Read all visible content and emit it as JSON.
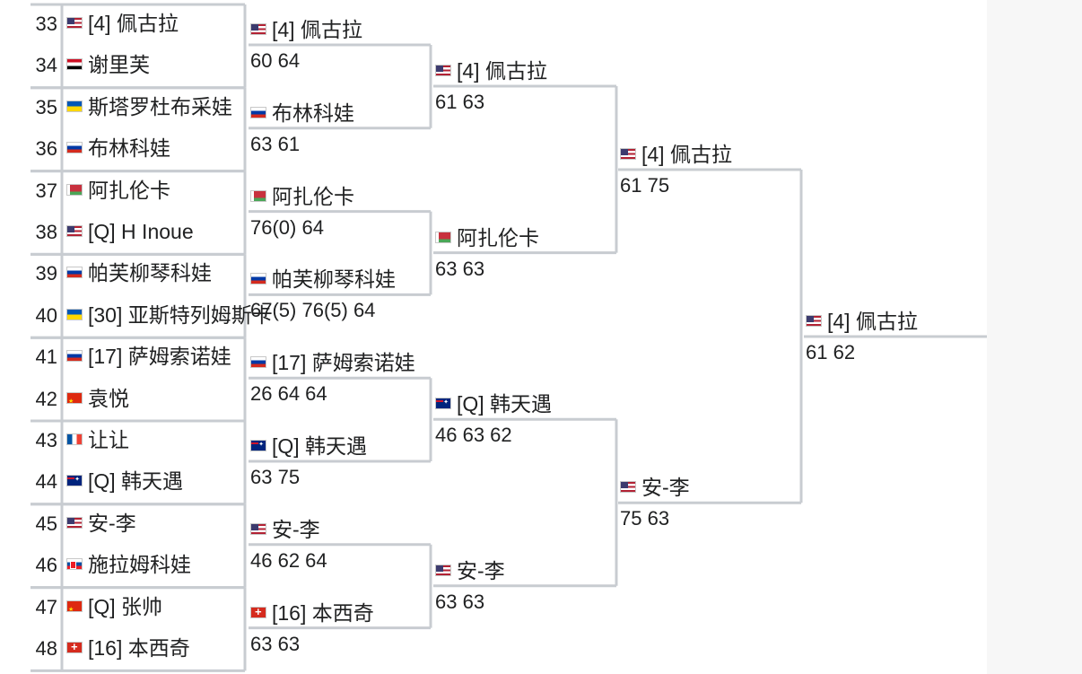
{
  "round1": [
    {
      "num": "33",
      "flag": "US",
      "name": "[4] 佩古拉"
    },
    {
      "num": "34",
      "flag": "EG",
      "name": "谢里芙"
    },
    {
      "num": "35",
      "flag": "UA",
      "name": "斯塔罗杜布采娃"
    },
    {
      "num": "36",
      "flag": "RU",
      "name": "布林科娃"
    },
    {
      "num": "37",
      "flag": "BY",
      "name": "阿扎伦卡"
    },
    {
      "num": "38",
      "flag": "US",
      "name": "[Q] H Inoue"
    },
    {
      "num": "39",
      "flag": "RU",
      "name": "帕芙柳琴科娃"
    },
    {
      "num": "40",
      "flag": "UA",
      "name": "[30] 亚斯特列姆斯卡"
    },
    {
      "num": "41",
      "flag": "RU",
      "name": "[17] 萨姆索诺娃"
    },
    {
      "num": "42",
      "flag": "CN",
      "name": "袁悦"
    },
    {
      "num": "43",
      "flag": "FR",
      "name": "让让"
    },
    {
      "num": "44",
      "flag": "AU",
      "name": "[Q] 韩天遇"
    },
    {
      "num": "45",
      "flag": "US",
      "name": "安-李"
    },
    {
      "num": "46",
      "flag": "SK",
      "name": "施拉姆科娃"
    },
    {
      "num": "47",
      "flag": "CN",
      "name": "[Q] 张帅"
    },
    {
      "num": "48",
      "flag": "CH",
      "name": "[16] 本西奇"
    }
  ],
  "round2": [
    {
      "flag": "US",
      "name": "[4] 佩古拉",
      "score": "60 64"
    },
    {
      "flag": "RU",
      "name": "布林科娃",
      "score": "63 61"
    },
    {
      "flag": "BY",
      "name": "阿扎伦卡",
      "score": "76(0) 64"
    },
    {
      "flag": "RU",
      "name": "帕芙柳琴科娃",
      "score": "67(5) 76(5) 64"
    },
    {
      "flag": "RU",
      "name": "[17] 萨姆索诺娃",
      "score": "26 64 64"
    },
    {
      "flag": "AU",
      "name": "[Q] 韩天遇",
      "score": "63 75"
    },
    {
      "flag": "US",
      "name": "安-李",
      "score": "46 62 64"
    },
    {
      "flag": "CH",
      "name": "[16] 本西奇",
      "score": "63 63"
    }
  ],
  "round3": [
    {
      "flag": "US",
      "name": "[4] 佩古拉",
      "score": "61 63"
    },
    {
      "flag": "BY",
      "name": "阿扎伦卡",
      "score": "63 63"
    },
    {
      "flag": "AU",
      "name": "[Q] 韩天遇",
      "score": "46 63 62"
    },
    {
      "flag": "US",
      "name": "安-李",
      "score": "63 63"
    }
  ],
  "round4": [
    {
      "flag": "US",
      "name": "[4] 佩古拉",
      "score": "61 75"
    },
    {
      "flag": "US",
      "name": "安-李",
      "score": "75 63"
    }
  ],
  "round5": [
    {
      "flag": "US",
      "name": "[4] 佩古拉",
      "score": "61 62"
    }
  ]
}
